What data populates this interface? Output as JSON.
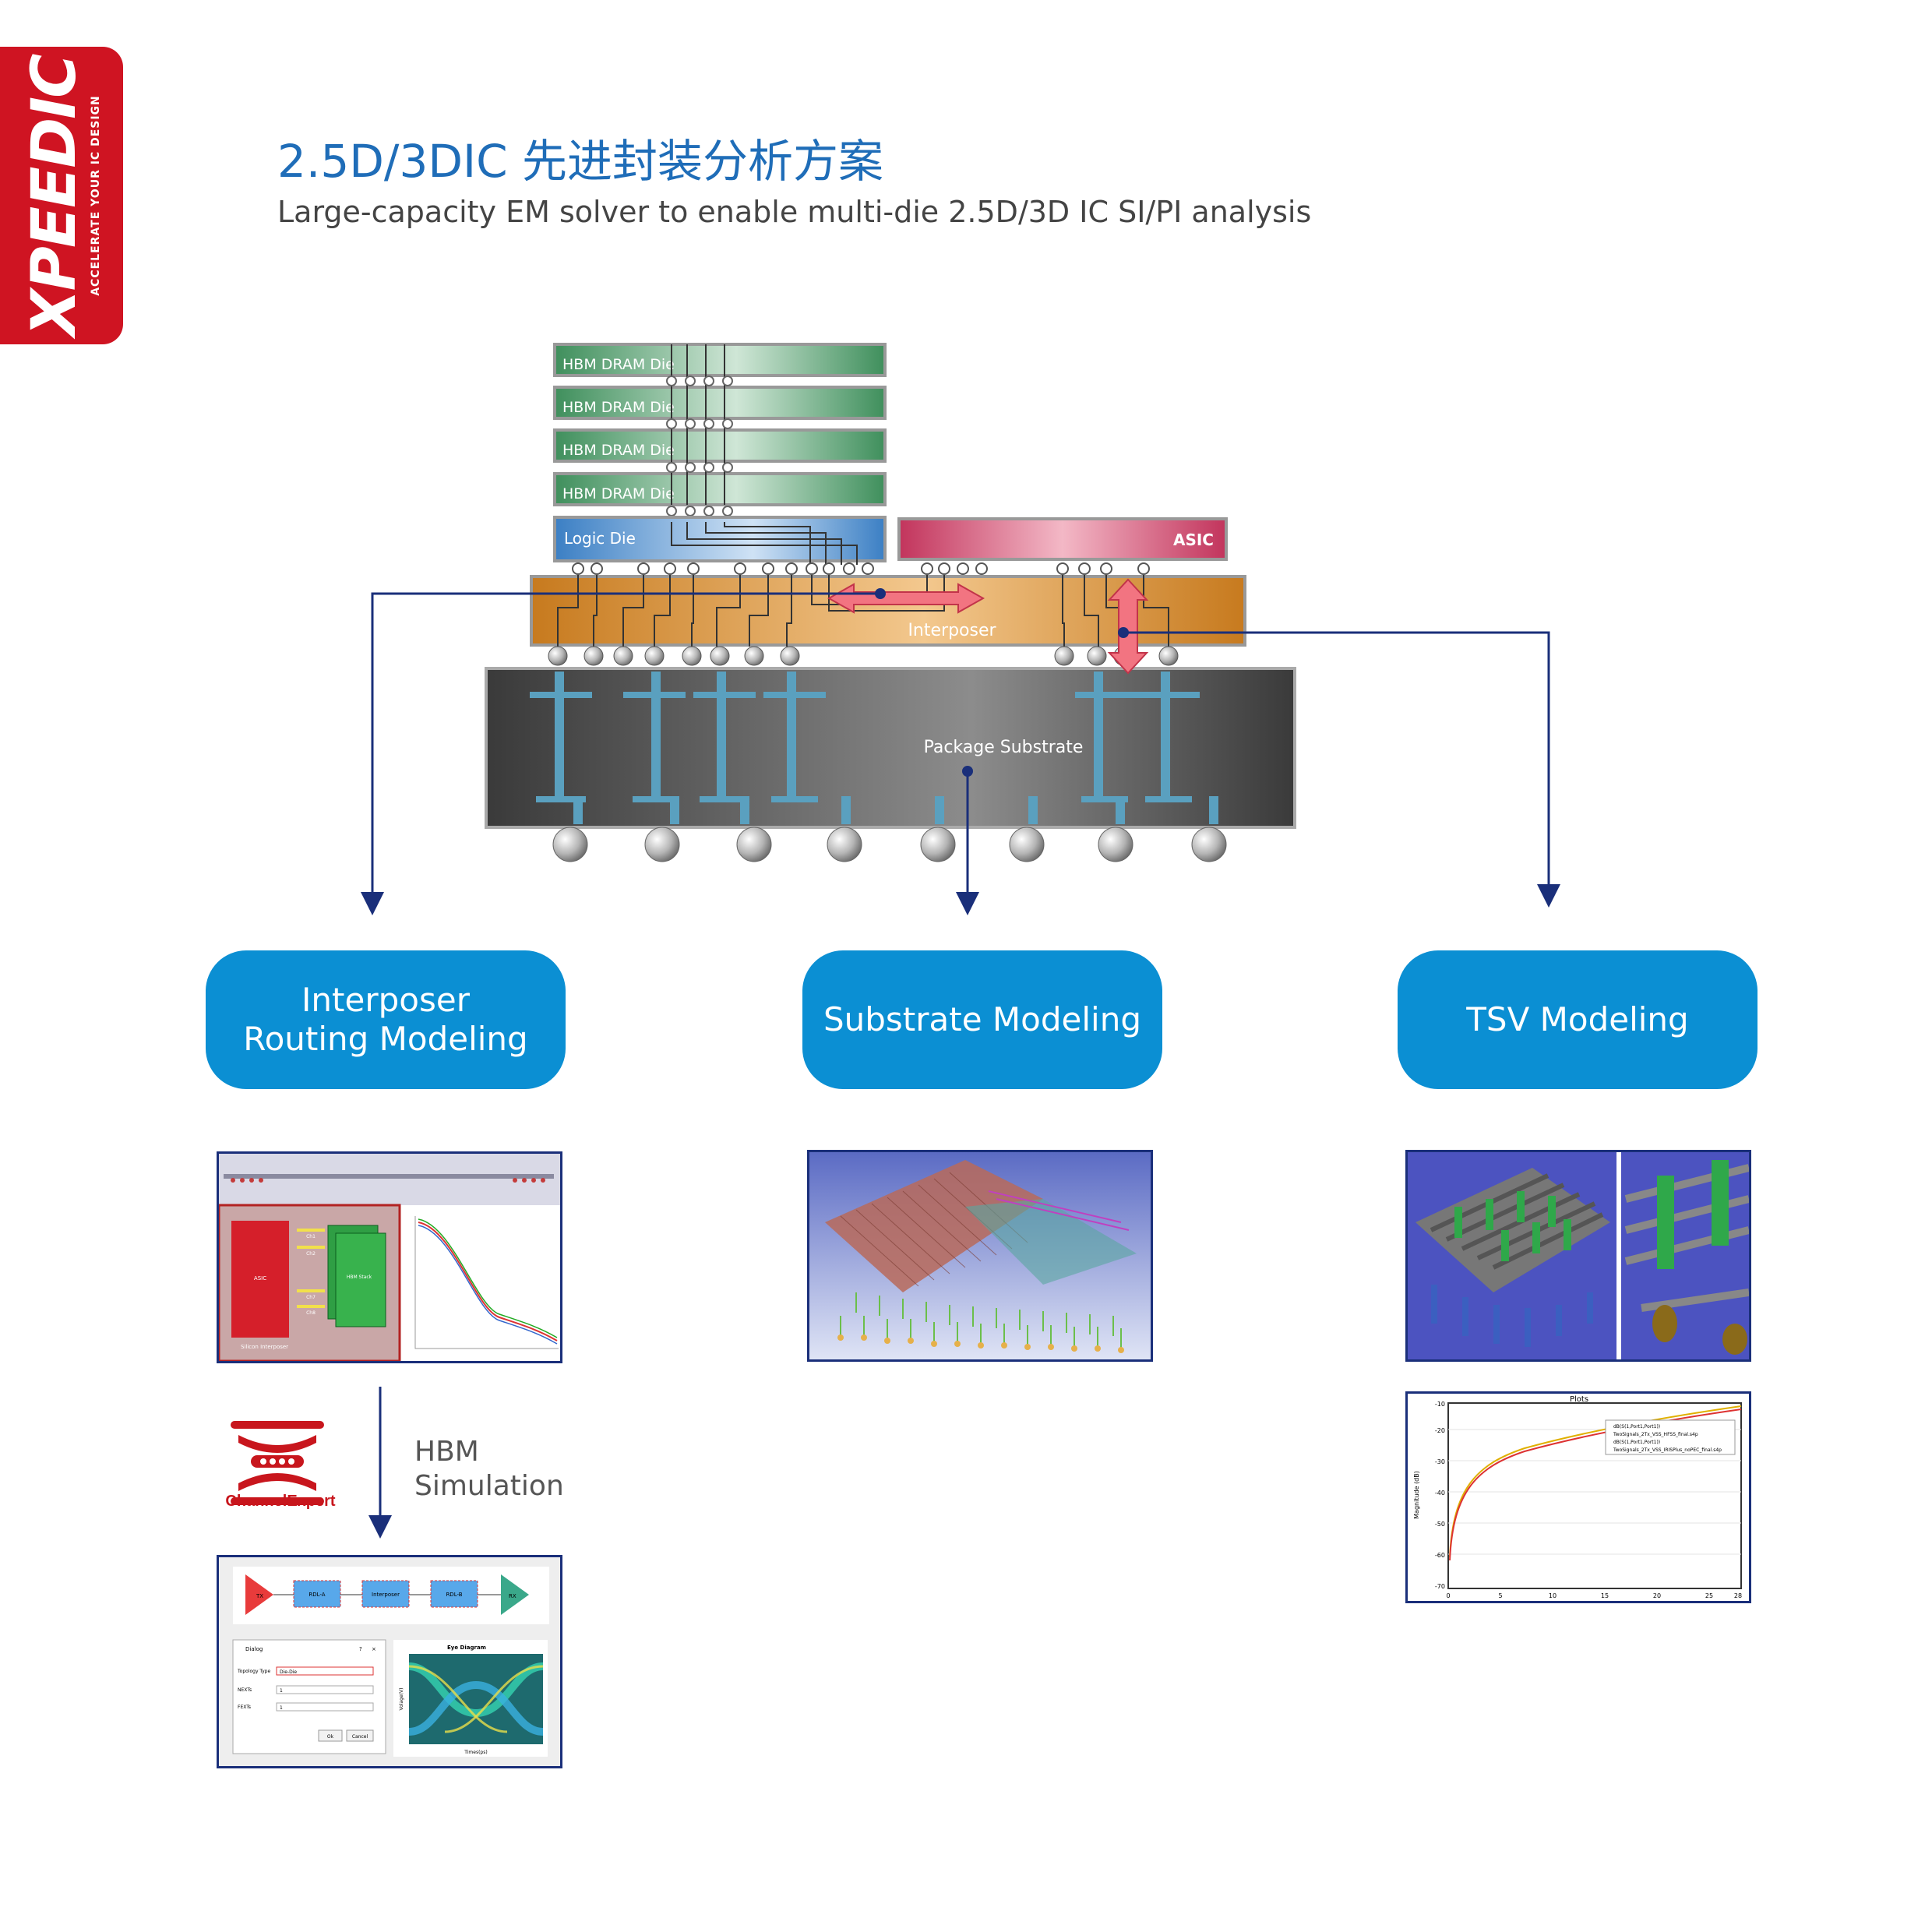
{
  "brand": {
    "logo": "XPEEDIC",
    "tagline": "ACCELERATE YOUR IC DESIGN",
    "color": "#cf1422"
  },
  "header": {
    "title": "2.5D/3DIC 先进封装分析方案",
    "subtitle": "Large-capacity EM solver to enable multi-die 2.5D/3D IC SI/PI analysis"
  },
  "stack": {
    "hbm_label": "HBM DRAM Die",
    "logic_label": "Logic Die",
    "asic_label": "ASIC",
    "interposer_label": "Interposer",
    "substrate_label": "Package Substrate"
  },
  "cards": {
    "interposer": {
      "line1": "Interposer",
      "line2": "Routing Modeling"
    },
    "substrate": {
      "label": "Substrate Modeling"
    },
    "tsv": {
      "label": "TSV Modeling"
    }
  },
  "thumbs": {
    "interposer": {
      "asic": "ASIC",
      "silicon": "Silicon Interposer",
      "chips": [
        "Ch1",
        "Ch2",
        "Ch7",
        "Ch8"
      ],
      "hbm": "HBM Stack"
    },
    "sim": {
      "blocks": [
        "TX",
        "RDL-A",
        "Interposer",
        "RDL-B",
        "RX"
      ],
      "dialog_title": "Dialog",
      "dialog_btn_help": "?",
      "dialog_btn_close": "×",
      "topology_label": "Topology Type",
      "topology_value": "Die-Die",
      "next_label": "NEXTs",
      "next_value": "1",
      "fext_label": "FEXTs",
      "fext_value": "1",
      "ok": "Ok",
      "cancel": "Cancel",
      "eye_title": "Eye Diagram",
      "eye_xlabel": "Times(ps)",
      "eye_ylabel": "Volage(V)"
    },
    "tsv_plot": {
      "title": "Plots",
      "ylabel": "Magnitude (dB)",
      "yticks": [
        "-10",
        "-20",
        "-30",
        "-40",
        "-50",
        "-60",
        "-70"
      ],
      "xticks": [
        "0",
        "5",
        "10",
        "15",
        "20",
        "25",
        "28"
      ],
      "legend": [
        "dB(S(1,Port1,Port1))",
        "TwoSignals_2Tx_VSS_HFSS_final.s4p",
        "dB(S(1,Port1,Port1))",
        "TwoSignals_2Tx_VSS_IRISPlus_noPEC_final.s4p"
      ]
    }
  },
  "channel_expert": {
    "label": "ChannelExpert"
  },
  "hbm_sim": {
    "line1": "HBM",
    "line2": "Simulation"
  },
  "colors": {
    "accent": "#0b8fd3",
    "title": "#1f6db8",
    "arrow": "#1a2f7a",
    "brand": "#cf1422"
  }
}
